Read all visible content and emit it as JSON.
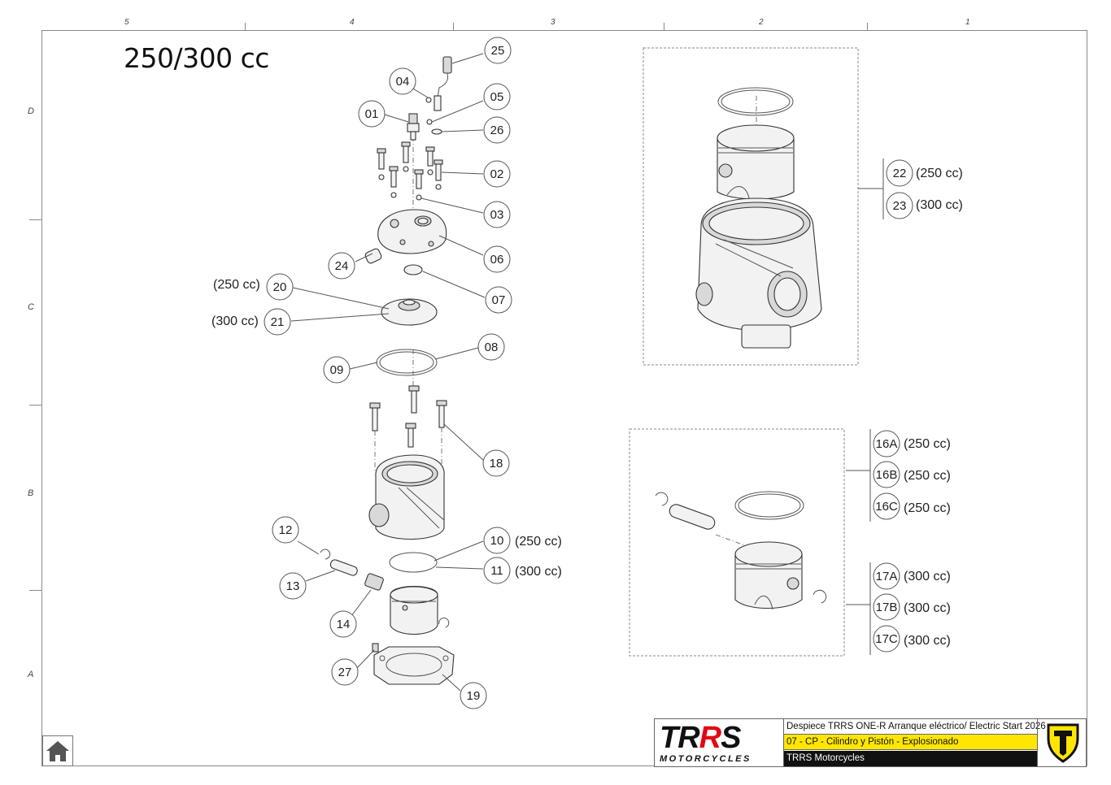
{
  "sheet": {
    "columns": [
      "5",
      "4",
      "3",
      "2",
      "1"
    ],
    "rows": [
      "D",
      "C",
      "B",
      "A"
    ]
  },
  "main_title": "250/300 cc",
  "callouts": {
    "c01": "01",
    "c02": "02",
    "c03": "03",
    "c04": "04",
    "c05": "05",
    "c06": "06",
    "c07": "07",
    "c08": "08",
    "c09": "09",
    "c10": "10",
    "c11": "11",
    "c12": "12",
    "c13": "13",
    "c14": "14",
    "c18": "18",
    "c19": "19",
    "c20": "20",
    "c21": "21",
    "c22": "22",
    "c23": "23",
    "c24": "24",
    "c25": "25",
    "c26": "26",
    "c27": "27",
    "c16a": "16A",
    "c16b": "16B",
    "c16c": "16C",
    "c17a": "17A",
    "c17b": "17B",
    "c17c": "17C"
  },
  "notes": {
    "n250": "(250 cc)",
    "n300": "(300 cc)"
  },
  "titleblock": {
    "brand": "TRRS",
    "brand_sub": "MOTORCYCLES",
    "description": "Despiece TRRS ONE-R  Arranque eléctrico/ Electric Start 2026",
    "section": "07 - CP - Cilindro y Pistón - Explosionado",
    "company": "TRRS Motorcycles"
  },
  "colors": {
    "accent_yellow": "#ffe600",
    "brand_red": "#e30613",
    "line": "#555555"
  },
  "icons": {
    "home": "home-icon",
    "emblem": "trrs-shield-icon"
  }
}
